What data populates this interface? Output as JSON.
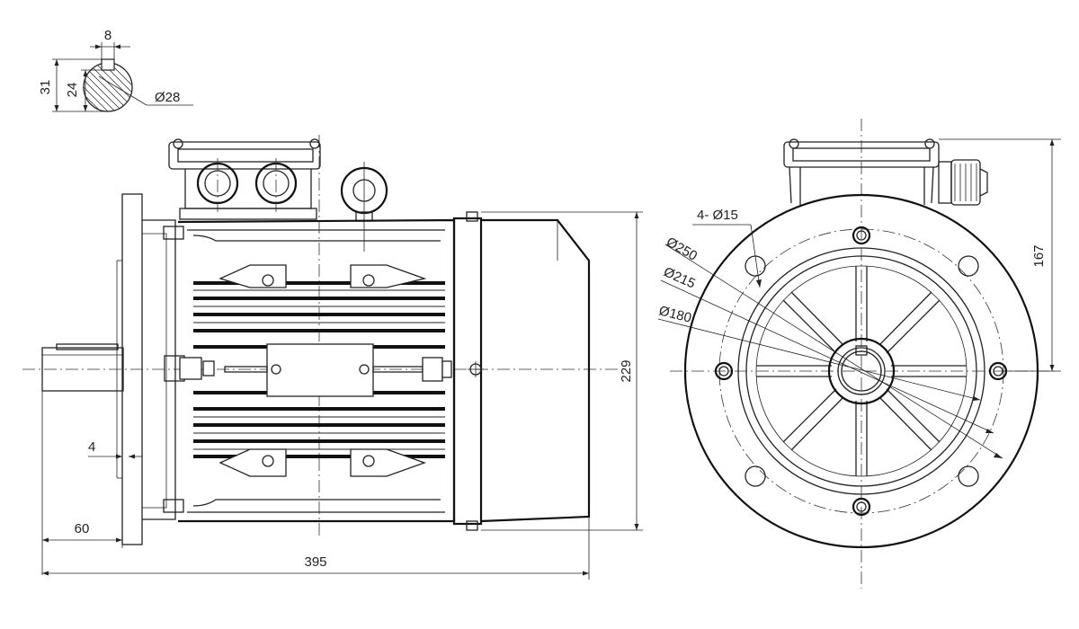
{
  "drawing": {
    "shaft_section": {
      "key_width": "8",
      "overall_height": "31",
      "shaft_height": "24",
      "shaft_diameter": "Ø28"
    },
    "side_view": {
      "flange_to_shoulder": "4",
      "shaft_length": "60",
      "overall_length": "395",
      "overall_height": "229"
    },
    "front_view": {
      "holes": "4-  Ø15",
      "flange_diameter": "Ø250",
      "pcd_diameter": "Ø215",
      "spigot_diameter": "Ø180",
      "terminal_height": "167"
    }
  }
}
